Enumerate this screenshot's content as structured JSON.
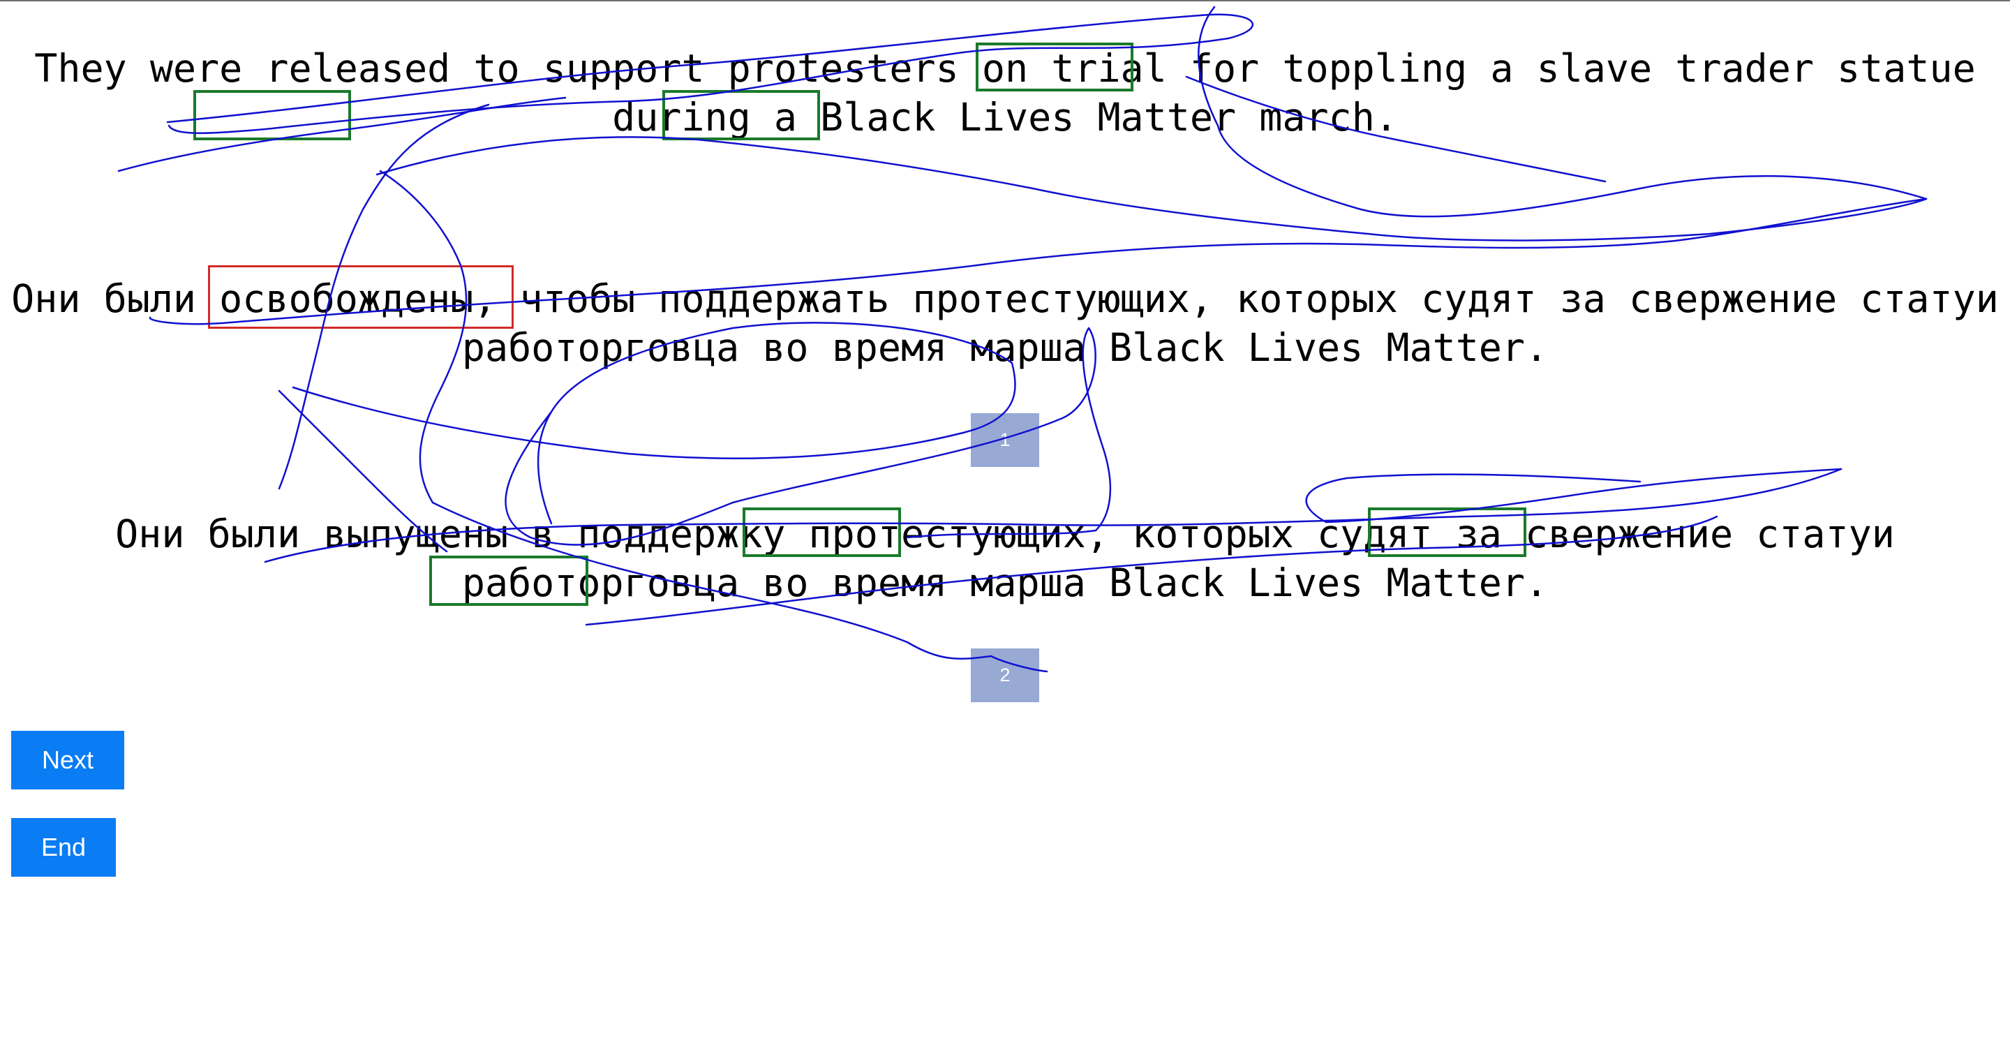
{
  "source_sentence": {
    "line1": "They were released to support protesters on trial for toppling a slave trader statue",
    "line2": "during a Black Lives Matter march."
  },
  "translation_1": {
    "line1": "Они были освобождены, чтобы поддержать протестующих, которых судят за свержение статуи",
    "line2": "работорговца во время марша Black Lives Matter.",
    "number": "1"
  },
  "translation_2": {
    "line1": "Они были выпущены в поддержку протестующих, которых судят за свержение статуи",
    "line2": "работорговца во время марша Black Lives Matter.",
    "number": "2"
  },
  "buttons": {
    "next_label": "Next",
    "end_label": "End"
  },
  "colors": {
    "match_highlight": "#1a7a2a",
    "error_highlight": "#d32a2a",
    "gaze_trace": "#1010d0",
    "button": "#0a7cf4",
    "badge": "#98a9d4"
  }
}
